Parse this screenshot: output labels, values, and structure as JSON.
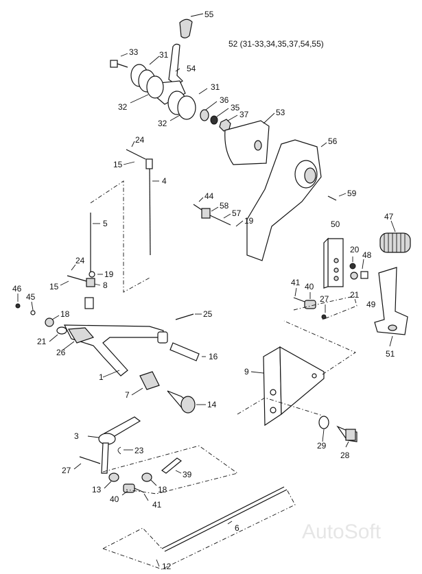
{
  "assembly_note": "52 (31-33,34,35,37,54,55)",
  "watermark": "AutoSoft",
  "callouts": [
    {
      "id": "c55",
      "text": "55"
    },
    {
      "id": "c33",
      "text": "33"
    },
    {
      "id": "c31a",
      "text": "31"
    },
    {
      "id": "c54",
      "text": "54"
    },
    {
      "id": "c31b",
      "text": "31"
    },
    {
      "id": "c32a",
      "text": "32"
    },
    {
      "id": "c36",
      "text": "36"
    },
    {
      "id": "c35",
      "text": "35"
    },
    {
      "id": "c37",
      "text": "37"
    },
    {
      "id": "c53",
      "text": "53"
    },
    {
      "id": "c32b",
      "text": "32"
    },
    {
      "id": "c24a",
      "text": "24"
    },
    {
      "id": "c56",
      "text": "56"
    },
    {
      "id": "c15a",
      "text": "15"
    },
    {
      "id": "c4",
      "text": "4"
    },
    {
      "id": "c59",
      "text": "59"
    },
    {
      "id": "c44",
      "text": "44"
    },
    {
      "id": "c58",
      "text": "58"
    },
    {
      "id": "c57",
      "text": "57"
    },
    {
      "id": "c47",
      "text": "47"
    },
    {
      "id": "c19a",
      "text": "19"
    },
    {
      "id": "c5",
      "text": "5"
    },
    {
      "id": "c50",
      "text": "50"
    },
    {
      "id": "c20",
      "text": "20"
    },
    {
      "id": "c48",
      "text": "48"
    },
    {
      "id": "c24b",
      "text": "24"
    },
    {
      "id": "c19b",
      "text": "19"
    },
    {
      "id": "c15b",
      "text": "15"
    },
    {
      "id": "c8",
      "text": "8"
    },
    {
      "id": "c41a",
      "text": "41"
    },
    {
      "id": "c40a",
      "text": "40"
    },
    {
      "id": "c21a",
      "text": "21"
    },
    {
      "id": "c27a",
      "text": "27"
    },
    {
      "id": "c46",
      "text": "46"
    },
    {
      "id": "c45",
      "text": "45"
    },
    {
      "id": "c49",
      "text": "49"
    },
    {
      "id": "c18a",
      "text": "18"
    },
    {
      "id": "c25",
      "text": "25"
    },
    {
      "id": "c21b",
      "text": "21"
    },
    {
      "id": "c51",
      "text": "51"
    },
    {
      "id": "c26",
      "text": "26"
    },
    {
      "id": "c16",
      "text": "16"
    },
    {
      "id": "c9",
      "text": "9"
    },
    {
      "id": "c1",
      "text": "1"
    },
    {
      "id": "c7",
      "text": "7"
    },
    {
      "id": "c14",
      "text": "14"
    },
    {
      "id": "c3",
      "text": "3"
    },
    {
      "id": "c23",
      "text": "23"
    },
    {
      "id": "c29",
      "text": "29"
    },
    {
      "id": "c28",
      "text": "28"
    },
    {
      "id": "c27b",
      "text": "27"
    },
    {
      "id": "c39",
      "text": "39"
    },
    {
      "id": "c13",
      "text": "13"
    },
    {
      "id": "c18b",
      "text": "18"
    },
    {
      "id": "c40b",
      "text": "40"
    },
    {
      "id": "c41b",
      "text": "41"
    },
    {
      "id": "c6",
      "text": "6"
    },
    {
      "id": "c12",
      "text": "12"
    }
  ]
}
